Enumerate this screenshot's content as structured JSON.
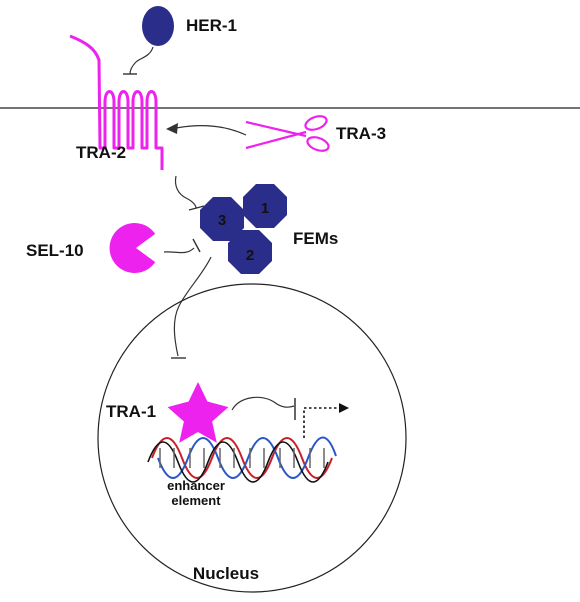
{
  "diagram": {
    "labels": {
      "her1": "HER-1",
      "tra2": "TRA-2",
      "tra3": "TRA-3",
      "fems": "FEMs",
      "sel10": "SEL-10",
      "tra1": "TRA-1",
      "enhancer_line1": "enhancer",
      "enhancer_line2": "element",
      "nucleus": "Nucleus"
    },
    "fem_numbers": {
      "fem1": "1",
      "fem2": "2",
      "fem3": "3"
    },
    "colors": {
      "magenta": "#ee22ee",
      "navy": "#2a2d8a",
      "line": "#333333",
      "dna_red": "#c8202a",
      "dna_blue": "#2b56c8",
      "dna_black": "#111111"
    }
  }
}
